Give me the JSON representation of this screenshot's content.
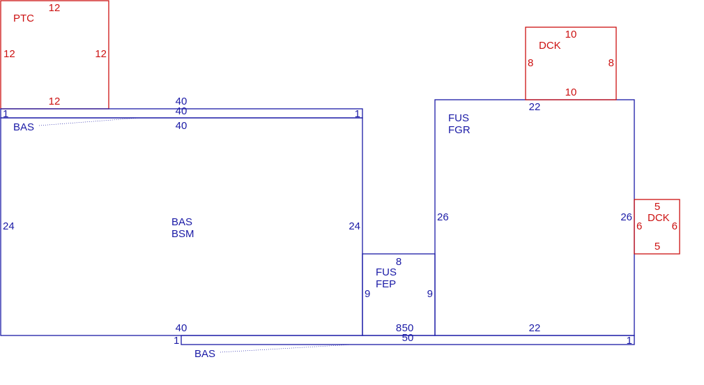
{
  "colors": {
    "blue": "#1a1aa6",
    "red": "#cc1111"
  },
  "ptc": {
    "name": "PTC",
    "top": "12",
    "bottom": "12",
    "left": "12",
    "right": "12"
  },
  "bas_strip_top": {
    "top": "40",
    "bottom": "40",
    "left": "1",
    "right": "1",
    "tag": "BAS"
  },
  "bas_bsm": {
    "name1": "BAS",
    "name2": "BSM",
    "top": "40",
    "bottom": "40",
    "left": "24",
    "right": "24"
  },
  "fus_fep": {
    "name1": "FUS",
    "name2": "FEP",
    "top": "8",
    "bottom": "8",
    "left": "9",
    "right": "9"
  },
  "fus_fgr": {
    "name1": "FUS",
    "name2": "FGR",
    "top": "22",
    "bottom": "22",
    "left": "26",
    "right": "26"
  },
  "dck_top": {
    "name": "DCK",
    "top": "10",
    "bottom": "10",
    "left": "8",
    "right": "8"
  },
  "dck_right": {
    "name": "DCK",
    "top": "5",
    "bottom": "5",
    "left": "6",
    "right": "6"
  },
  "bas_strip_bottom": {
    "top": "50",
    "bottom": "50",
    "left": "1",
    "right": "1",
    "tag": "BAS"
  }
}
